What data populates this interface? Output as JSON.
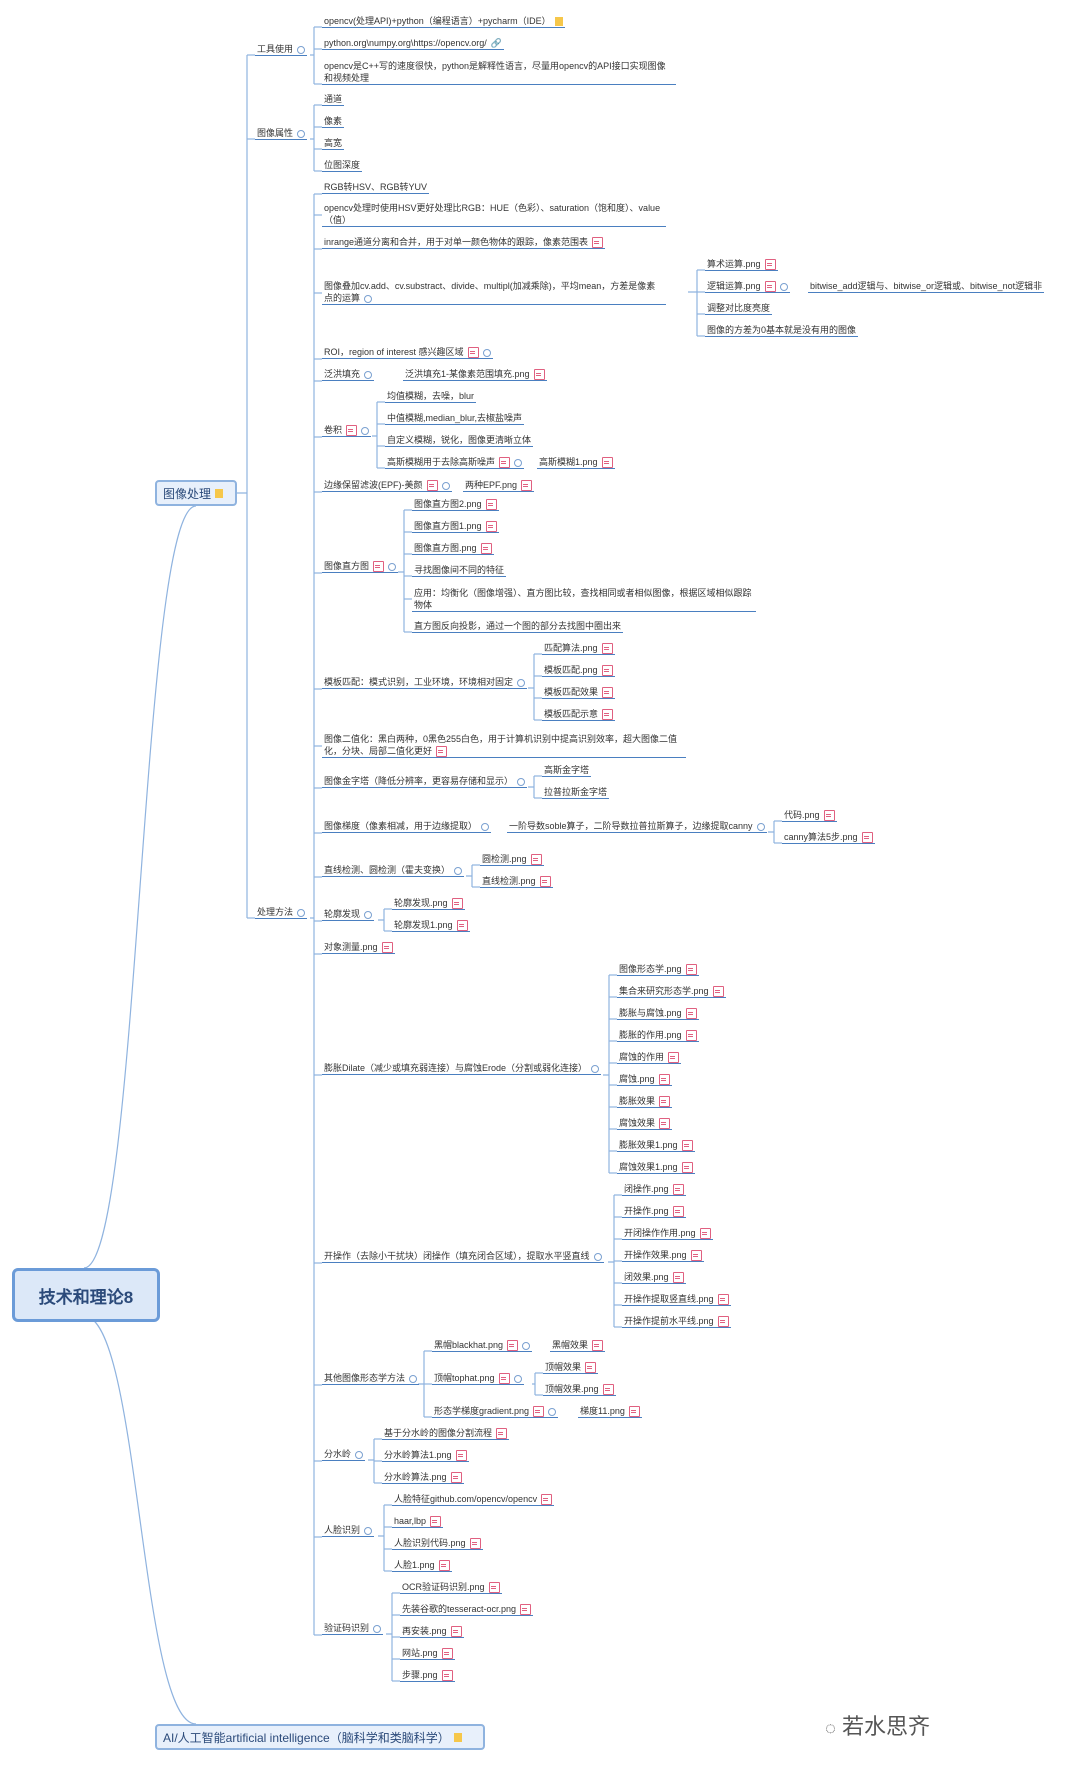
{
  "root": "技术和理论8",
  "mains": [
    "图像处理",
    "AI/人工智能artificial intelligence（脑科学和类脑科学）"
  ],
  "watermark": "若水思齐",
  "groups": {
    "tools": "工具使用",
    "attrs": "图像属性",
    "methods": "处理方法"
  },
  "tools": [
    "opencv(处理API)+python（编程语言）+pycharm（IDE）",
    "python.org\\numpy.org\\https://opencv.org/",
    "opencv是C++写的速度很快，python是解释性语言，尽量用opencv的API接口实现图像和视频处理"
  ],
  "attrs": [
    "通道",
    "像素",
    "高宽",
    "位图深度"
  ],
  "methods": {
    "m1": "RGB转HSV、RGB转YUV",
    "m2": "opencv处理时使用HSV更好处理比RGB：HUE（色彩）、saturation（饱和度）、value（值）",
    "m3": "inrange通道分离和合并，用于对单一颜色物体的跟踪，像素范围表",
    "m4": "图像叠加cv.add、cv.substract、divide、multipl(加减乘除)，平均mean，方差是像素点的运算",
    "m4_children": [
      "算术运算.png",
      "逻辑运算.png",
      "调整对比度亮度",
      "图像的方差为0基本就是没有用的图像"
    ],
    "m4_logic": "bitwise_add逻辑与、bitwise_or逻辑或、bitwise_not逻辑非",
    "m5": "ROI，region of interest 感兴趣区域",
    "m6": "泛洪填充",
    "m6_child": "泛洪填充1-某像素范围填充.png",
    "m7": "卷积",
    "m7_children": [
      "均值模糊，去噪，blur",
      "中值模糊,median_blur,去椒盐噪声",
      "自定义模糊，锐化，图像更清晰立体",
      "高斯模糊用于去除高斯噪声"
    ],
    "m7_gauss": "高斯模糊1.png",
    "m8": "边缘保留滤波(EPF)-美颜",
    "m8_child": "两种EPF.png",
    "m9": "图像直方图",
    "m9_children": [
      "图像直方图2.png",
      "图像直方图1.png",
      "图像直方图.png",
      "寻找图像间不同的特征",
      "应用：均衡化（图像增强）、直方图比较，查找相同或者相似图像，根据区域相似跟踪物体",
      "直方图反向投影，通过一个图的部分去找图中圈出来"
    ],
    "m10": "模板匹配：模式识别，工业环境，环境相对固定",
    "m10_children": [
      "匹配算法.png",
      "模板匹配.png",
      "模板匹配效果",
      "模板匹配示意"
    ],
    "m11": "图像二值化：黑白两种，0黑色255白色，用于计算机识别中提高识别效率，超大图像二值化，分块、局部二值化更好",
    "m12": "图像金字塔（降低分辨率，更容易存储和显示）",
    "m12_children": [
      "高斯金字塔",
      "拉普拉斯金字塔"
    ],
    "m13": "图像梯度（像素相减，用于边缘提取）",
    "m13_child": "一阶导数soble算子，二阶导数拉普拉斯算子，边缘提取canny",
    "m13_sub": [
      "代码.png",
      "canny算法5步.png"
    ],
    "m14": "直线检测、圆检测（霍夫变换）",
    "m14_children": [
      "圆检测.png",
      "直线检测.png"
    ],
    "m15": "轮廓发现",
    "m15_children": [
      "轮廓发现.png",
      "轮廓发现1.png"
    ],
    "m16": "对象测量.png",
    "m17": "膨胀Dilate（减少或填充弱连接）与腐蚀Erode（分割或弱化连接）",
    "m17_children": [
      "图像形态学.png",
      "集合来研究形态学.png",
      "膨胀与腐蚀.png",
      "膨胀的作用.png",
      "腐蚀的作用",
      "腐蚀.png",
      "膨胀效果",
      "腐蚀效果",
      "膨胀效果1.png",
      "腐蚀效果1.png"
    ],
    "m18": "开操作（去除小干扰块）闭操作（填充闭合区域），提取水平竖直线",
    "m18_children": [
      "闭操作.png",
      "开操作.png",
      "开闭操作作用.png",
      "开操作效果.png",
      "闭效果.png",
      "开操作提取竖直线.png",
      "开操作提前水平线.png"
    ],
    "m19": "其他图像形态学方法",
    "m19_children": [
      "黑帽blackhat.png",
      "顶帽tophat.png",
      "形态学梯度gradient.png"
    ],
    "m19_black": "黑帽效果",
    "m19_top": [
      "顶帽效果",
      "顶帽效果.png"
    ],
    "m19_grad": "梯度11.png",
    "m20": "分水岭",
    "m20_children": [
      "基于分水岭的图像分割流程",
      "分水岭算法1.png",
      "分水岭算法.png"
    ],
    "m21": "人脸识别",
    "m21_children": [
      "人脸特征github.com/opencv/opencv",
      "haar,lbp",
      "人脸识别代码.png",
      "人脸1.png"
    ],
    "m22": "验证码识别",
    "m22_children": [
      "OCR验证码识别.png",
      "先装谷歌的tesseract-ocr.png",
      "再安装.png",
      "网站.png",
      "步骤.png"
    ]
  }
}
